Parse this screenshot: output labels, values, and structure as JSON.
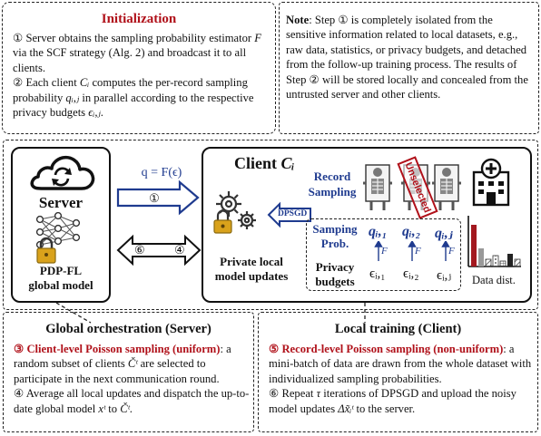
{
  "init": {
    "title": "Initialization",
    "step1_pre": "① Server obtains the sampling probability estimator ",
    "step1_var": "F",
    "step1_post": " via the SCF strategy (Alg. 2) and broadcast it to all clients.",
    "step2_pre": "② Each client ",
    "step2_var": "Cᵢ",
    "step2_mid": " computes the per-record sampling probability ",
    "step2_var2": "qᵢ,ⱼ",
    "step2_post": " in parallel according to the respective privacy budgets ",
    "step2_var3": "ϵᵢ,ⱼ",
    "step2_end": "."
  },
  "note": {
    "label": "Note",
    "text": ": Step ① is completely isolated from the sensitive information related to local datasets, e.g., raw data, statistics, or privacy budgets, and detached from the follow-up training process. The results of Step ② will be stored locally and concealed from the untrusted server and other clients."
  },
  "server": {
    "title": "Server",
    "model_line1": "PDP-FL",
    "model_line2": "global model"
  },
  "links": {
    "formula": "q = F(ϵ)",
    "step1": "①",
    "step6": "⑥",
    "step4": "④"
  },
  "client": {
    "title": "Client ",
    "title_var": "Cᵢ",
    "dpsgd": "DPSGD",
    "private_line1": "Private local",
    "private_line2": "model updates",
    "record_sampling_1": "Record",
    "record_sampling_2": "Sampling",
    "unselected": "Unselected",
    "samping_prob_1": "Samping",
    "samping_prob_2": "Prob.",
    "privacy_1": "Privacy",
    "privacy_2": "budgets",
    "q_labels": [
      "qᵢ,₁",
      "qᵢ,₂",
      "qᵢ,ⱼ"
    ],
    "f_label": "F",
    "eps_labels": [
      "ϵᵢ,₁",
      "ϵᵢ,₂",
      "ϵᵢ,ⱼ"
    ],
    "data_dist": "Data dist."
  },
  "global": {
    "title": "Global orchestration (Server)",
    "step3_label": "③ Client-level Poisson sampling (uniform)",
    "step3_pre": ": a random subset of clients ",
    "step3_var": "Čᵗ",
    "step3_post": " are selected to participate in the next communication round.",
    "step4_pre": "④ Average all local updates and dispatch the up-to-date global model ",
    "step4_var": "xᵗ",
    "step4_mid": " to ",
    "step4_var2": "Čᵗ",
    "step4_end": "."
  },
  "local": {
    "title": "Local training (Client)",
    "step5_label": "⑤ Record-level Poisson sampling (non-uniform)",
    "step5_post": ": a mini-batch of data are drawn from the whole dataset with individualized sampling probabilities.",
    "step6_pre": "⑥ Repeat ",
    "step6_var": "τ",
    "step6_mid": " iterations of DPSGD and upload the noisy model updates ",
    "step6_var2": "Δx̃ᵢᵗ",
    "step6_end": " to the server."
  },
  "colors": {
    "red": "#b0111a",
    "blue": "#1f3b8f",
    "arrow_fill": "#ffffff"
  }
}
